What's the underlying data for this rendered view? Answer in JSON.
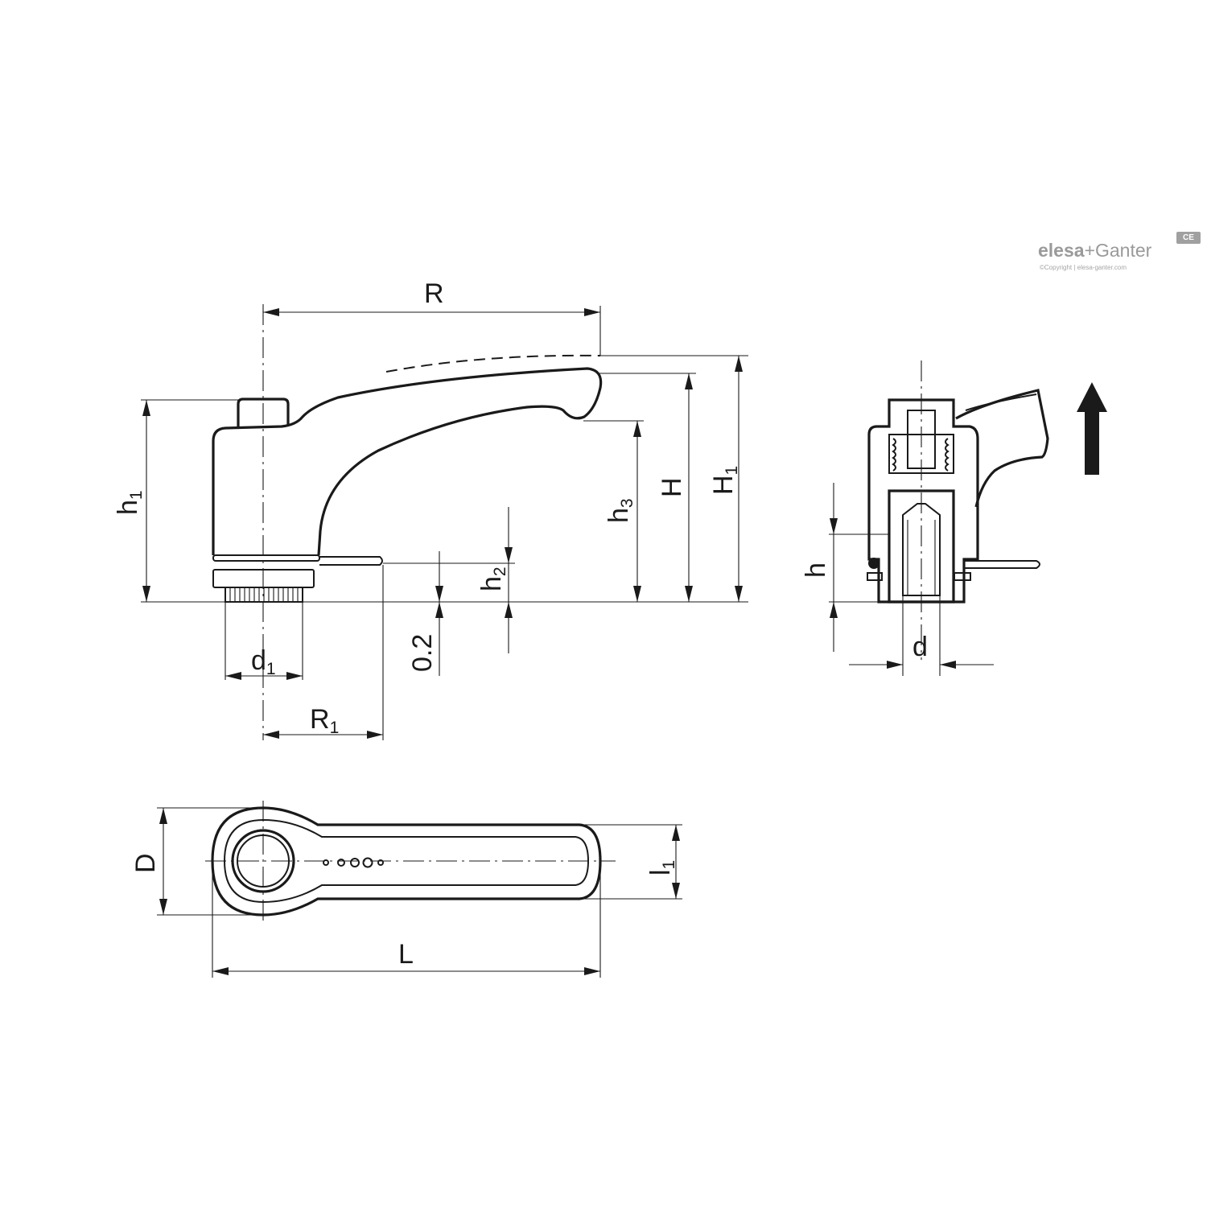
{
  "brand": {
    "name_prefix": "elesa",
    "name_suffix": "+Ganter",
    "copyright": "©Copyright | elesa-ganter.com",
    "mark": "CE"
  },
  "side_view": {
    "dimensions": {
      "R": "R",
      "h1": {
        "main": "h",
        "sub": "1"
      },
      "h3": {
        "main": "h",
        "sub": "3"
      },
      "H": "H",
      "H1": {
        "main": "H",
        "sub": "1"
      },
      "h2": {
        "main": "h",
        "sub": "2"
      },
      "gap": "0.2",
      "d1": {
        "main": "d",
        "sub": "1"
      },
      "R1": {
        "main": "R",
        "sub": "1"
      }
    }
  },
  "section_view": {
    "dimensions": {
      "h": "h",
      "d": "d"
    },
    "arrow_icon": "up-arrow-icon"
  },
  "top_view": {
    "dimensions": {
      "D": "D",
      "L": "L",
      "l1": {
        "main": "l",
        "sub": "1"
      }
    }
  }
}
